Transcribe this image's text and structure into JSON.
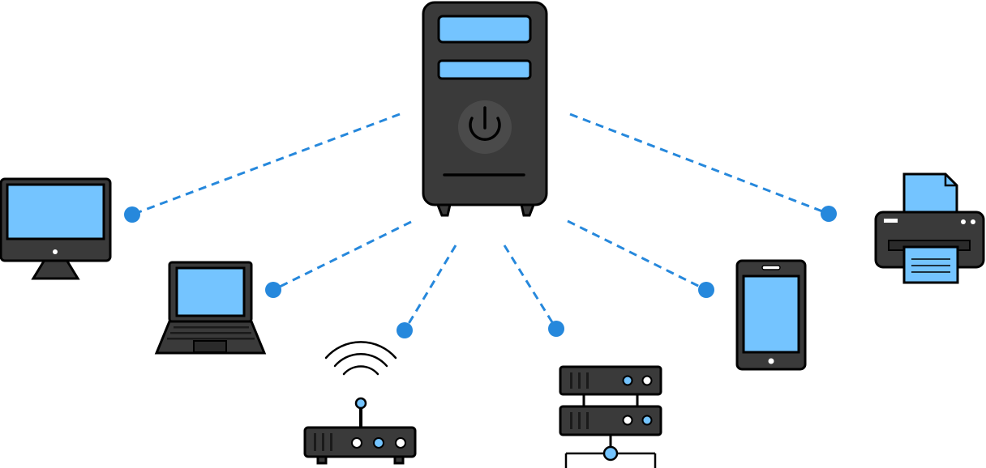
{
  "colors": {
    "background": "#ffffff",
    "device_body": "#3a3a3a",
    "outline": "#000000",
    "screen": "#74c4ff",
    "connector": "#2688dc",
    "power_ring": "#4a4a4a",
    "detail": "#1a1a1a"
  },
  "hub": {
    "icon": "server-tower-icon"
  },
  "devices": [
    {
      "id": "desktop",
      "icon": "desktop-monitor-icon"
    },
    {
      "id": "laptop",
      "icon": "laptop-icon"
    },
    {
      "id": "router",
      "icon": "wifi-router-icon"
    },
    {
      "id": "rack",
      "icon": "server-rack-icon"
    },
    {
      "id": "tablet",
      "icon": "tablet-icon"
    },
    {
      "id": "printer",
      "icon": "printer-icon"
    }
  ]
}
